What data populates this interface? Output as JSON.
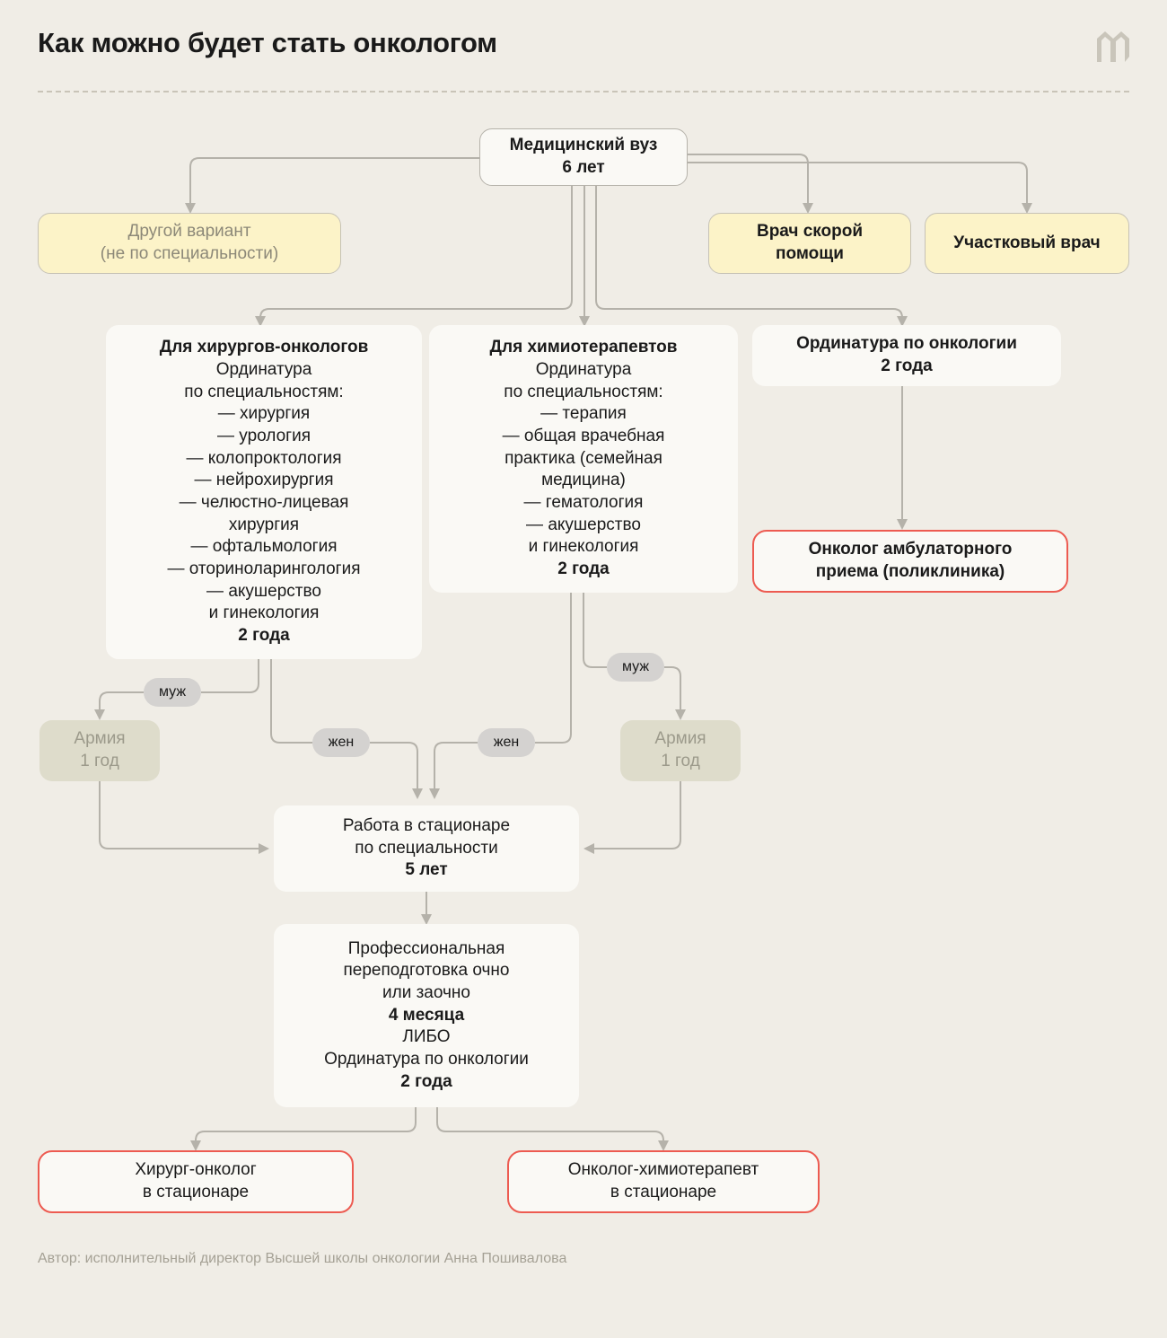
{
  "header": {
    "title": "Как можно будет стать онкологом",
    "logo": "meduza-m-logo"
  },
  "colors": {
    "background": "#F0EDE6",
    "card": "#FAF9F5",
    "yellow": "#FCF3C8",
    "olive": "#DEDCCB",
    "pill": "#D4D2D0",
    "connector": "#B5B2AA",
    "accent_red": "#ED5B51",
    "muted_text": "#8C8878"
  },
  "nodes": {
    "university": {
      "line1": "Медицинский вуз",
      "line2": "6 лет"
    },
    "other_option": {
      "line1": "Другой вариант",
      "line2": "(не по специальности)"
    },
    "emergency_doctor": {
      "line1": "Врач скорой",
      "line2": "помощи"
    },
    "district_doctor": {
      "line1": "Участковый врач"
    },
    "surgeons": {
      "heading": "Для хирургов-онкологов",
      "line1": "Ординатура",
      "line2": "по специальностям:",
      "items": [
        "— хирургия",
        "— урология",
        "— колопроктология",
        "— нейрохирургия",
        "— челюстно-лицевая",
        "хирургия",
        "— офтальмология",
        "— оториноларингология",
        "— акушерство",
        "и гинекология"
      ],
      "duration": "2 года"
    },
    "chemo": {
      "heading": "Для химиотерапевтов",
      "line1": "Ординатура",
      "line2": "по специальностям:",
      "items": [
        "— терапия",
        "— общая врачебная",
        "практика (семейная",
        "медицина)",
        "— гематология",
        "— акушерство",
        "и гинекология"
      ],
      "duration": "2 года"
    },
    "residency_oncology": {
      "line1": "Ординатура по онкологии",
      "line2": "2 года"
    },
    "ambulatory_oncologist": {
      "line1": "Онколог амбулаторного",
      "line2": "приема (поликлиника)"
    },
    "army_left": {
      "line1": "Армия",
      "line2": "1 год"
    },
    "army_right": {
      "line1": "Армия",
      "line2": "1 год"
    },
    "hospital_work": {
      "line1": "Работа в стационаре",
      "line2": "по специальности",
      "duration": "5 лет"
    },
    "retraining": {
      "line1": "Профессиональная",
      "line2": "переподготовка очно",
      "line3": "или заочно",
      "duration1": "4 месяца",
      "or": "ЛИБО",
      "line4": "Ординатура по онкологии",
      "duration2": "2 года"
    },
    "surgeon_oncologist": {
      "line1": "Хирург-онколог",
      "line2": "в стационаре"
    },
    "chemo_oncologist": {
      "line1": "Онколог-химиотерапевт",
      "line2": "в стационаре"
    }
  },
  "edge_labels": {
    "muzh_left": "муж",
    "zhen_left": "жен",
    "zhen_right": "жен",
    "muzh_right": "муж"
  },
  "footer": {
    "note": "Автор: исполнительный директор Высшей школы онкологии Анна Пошивалова"
  }
}
